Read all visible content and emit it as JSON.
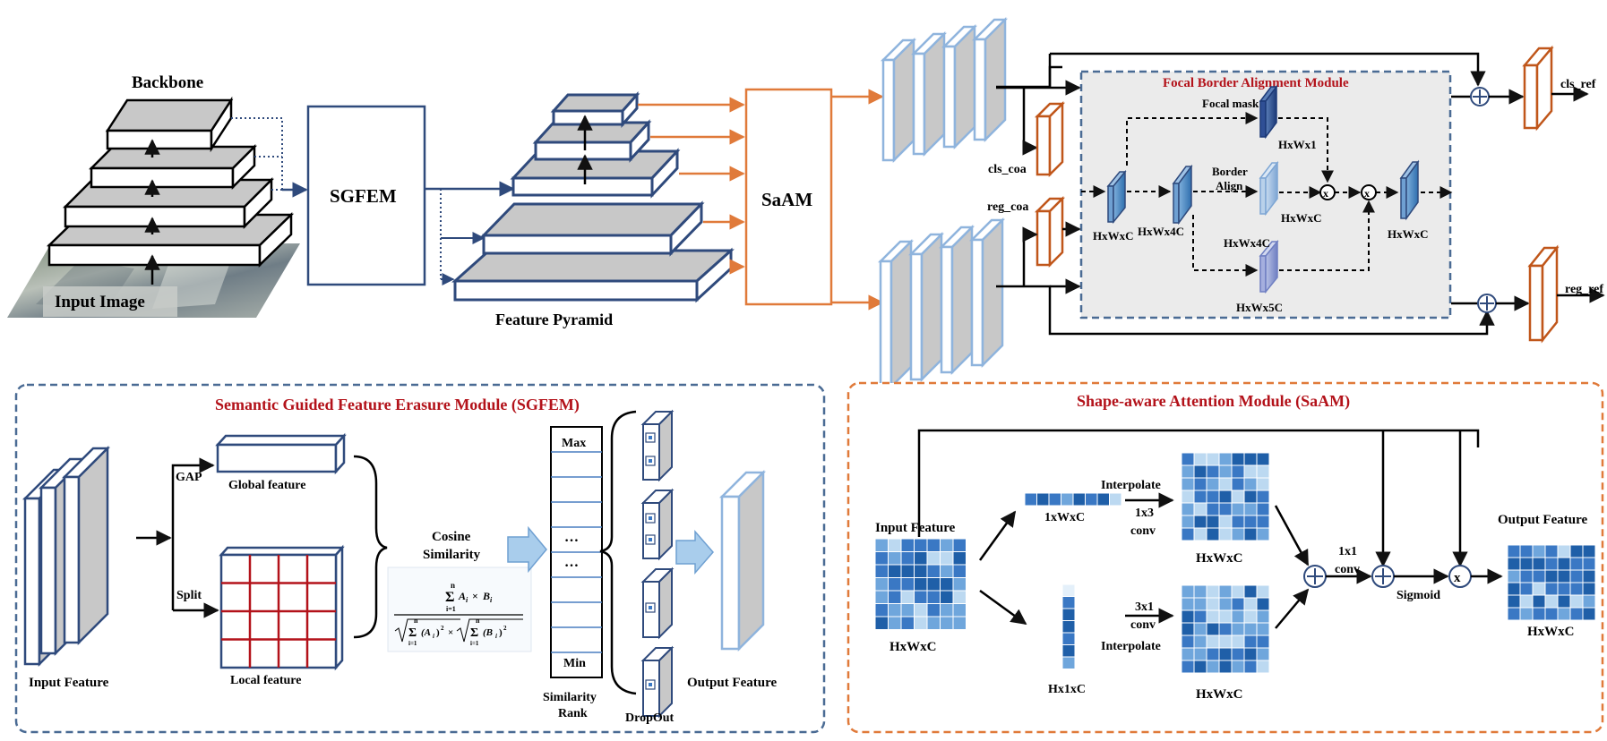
{
  "labels": {
    "backbone": "Backbone",
    "input_image": "Input Image",
    "sgfem_box": "SGFEM",
    "feature_pyramid": "Feature Pyramid",
    "saam_box": "SaAM",
    "cls_coa": "cls_coa",
    "reg_coa": "reg_coa",
    "cls_ref": "cls_ref",
    "reg_ref": "reg_ref",
    "fbam_title": "Focal Border Alignment Module",
    "focal_mask": "Focal mask",
    "border_align_1": "Border",
    "border_align_2": "Align",
    "hxwx1": "HxWx1",
    "hxwxc_a": "HxWxC",
    "hxwx4c_a": "HxWx4C",
    "hxwxc_b": "HxWxC",
    "hxwx4c_b": "HxWx4C",
    "hxwx5c": "HxWx5C",
    "hxwxc_c": "HxWxC"
  },
  "sgfem": {
    "title": "Semantic Guided Feature Erasure Module (SGFEM)",
    "input_feature": "Input Feature",
    "gap": "GAP",
    "split": "Split",
    "global_feature": "Global feature",
    "local_feature": "Local feature",
    "cosine_1": "Cosine",
    "cosine_2": "Similarity",
    "rank_max": "Max",
    "rank_dots_1": "…",
    "rank_dots_2": "…",
    "rank_min": "Min",
    "similarity_rank_1": "Similarity",
    "similarity_rank_2": "Rank",
    "dropout": "DropOut",
    "output_feature": "Output Feature"
  },
  "saam": {
    "title": "Shape-aware Attention Module (SaAM)",
    "input_feature": "Input Feature",
    "in_dim": "HxWxC",
    "dim_1xwxc": "1xWxC",
    "dim_hx1xc": "Hx1xC",
    "interpolate_top": "Interpolate",
    "conv_1x3_a": "1x3",
    "conv_1x3_b": "conv",
    "conv_3x1_a": "3x1",
    "conv_3x1_b": "conv",
    "interpolate_bottom": "Interpolate",
    "hxwxc_top": "HxWxC",
    "hxwxc_bottom": "HxWxC",
    "conv_1x1_a": "1x1",
    "conv_1x1_b": "conv",
    "sigmoid": "Sigmoid",
    "output_feature": "Output Feature",
    "out_dim": "HxWxC"
  },
  "colors": {
    "navy": "#2f4a7c",
    "orange": "#e07a3a",
    "red_title": "#b3121a",
    "gray_fill": "#c8c8c8",
    "light_blue_frame": "#8fb4dd",
    "panel_fill": "#ebebeb",
    "dashed_blue": "#4a6b94"
  }
}
